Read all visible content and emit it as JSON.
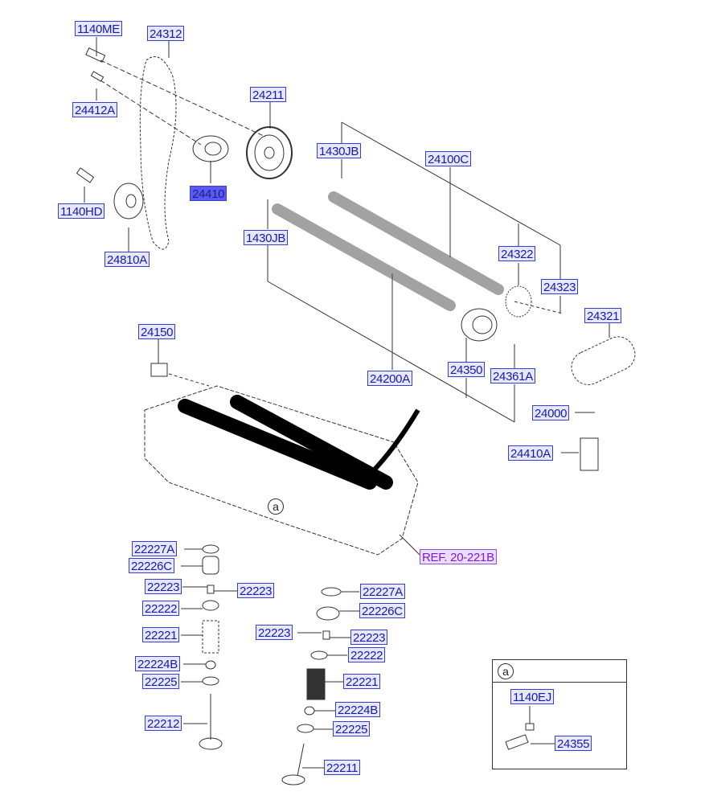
{
  "diagram": {
    "type": "exploded-parts-diagram",
    "subject": "Timing belt, camshafts, cylinder head valve train",
    "colors": {
      "label_border": "#3b3bd6",
      "label_fill": "#e6e8ff",
      "label_text": "#1a1aa8",
      "selected_fill": "#5b5bf0",
      "ref_text": "#7a1fc8"
    },
    "labels": {
      "l1140ME": "1140ME",
      "l24312": "24312",
      "l24412A": "24412A",
      "l24211": "24211",
      "l24410": "24410",
      "l1140HD": "1140HD",
      "l24810A": "24810A",
      "l1430JB_top": "1430JB",
      "l24100C": "24100C",
      "l1430JB_left": "1430JB",
      "l24322": "24322",
      "l24323": "24323",
      "l24321": "24321",
      "l24150": "24150",
      "l24350": "24350",
      "l24361A": "24361A",
      "l24200A": "24200A",
      "l24000": "24000",
      "l24410A": "24410A",
      "ref": "REF. 20-221B",
      "l22227A_l": "22227A",
      "l22226C_l": "22226C",
      "l22223_l1": "22223",
      "l22223_l2": "22223",
      "l22222_l": "22222",
      "l22221_l": "22221",
      "l22224B_l": "22224B",
      "l22225_l": "22225",
      "l22212": "22212",
      "l22227A_r": "22227A",
      "l22226C_r": "22226C",
      "l22223_r1": "22223",
      "l22223_r2": "22223",
      "l22222_r": "22222",
      "l22221_r": "22221",
      "l22224B_r": "22224B",
      "l22225_r": "22225",
      "l22211": "22211",
      "l1140EJ": "1140EJ",
      "l24355": "24355"
    },
    "selected_part": "24410",
    "callout_marker": "a",
    "detail_view": {
      "marker": "a"
    }
  }
}
